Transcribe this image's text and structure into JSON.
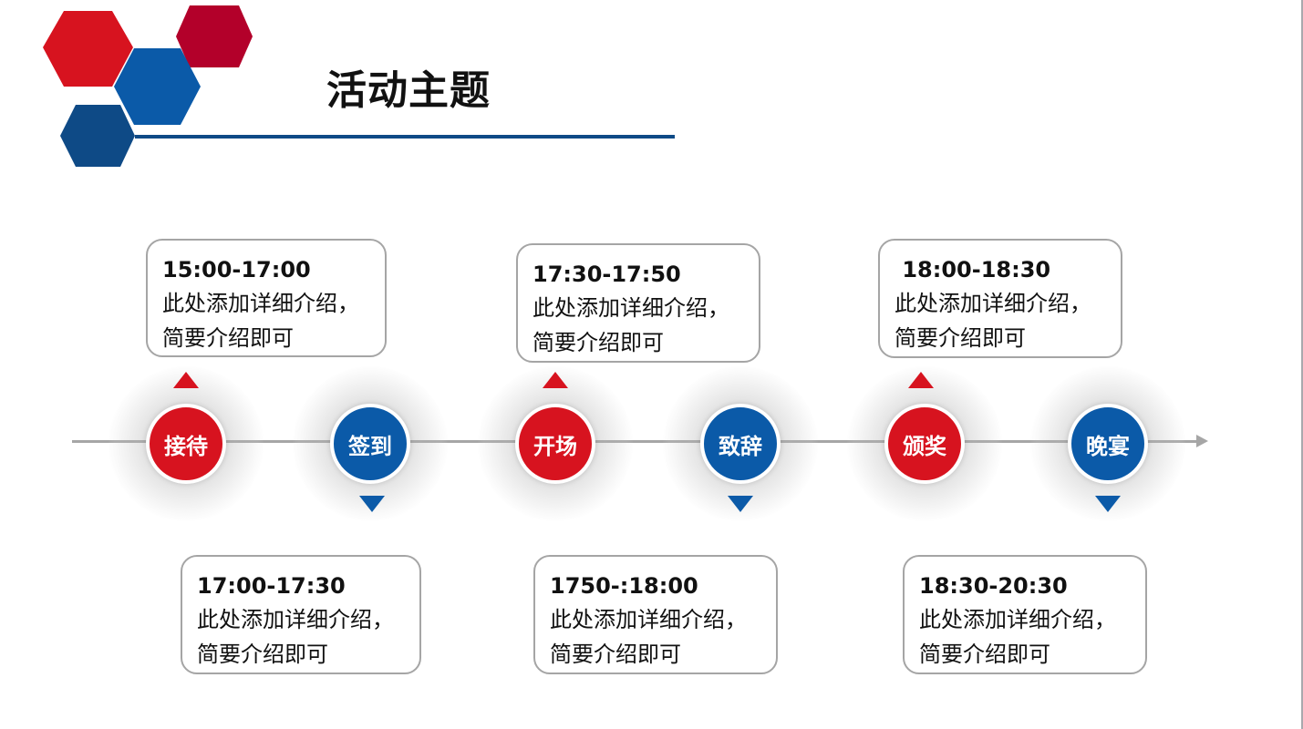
{
  "title": "活动主题",
  "colors": {
    "red": "#d7131f",
    "dark_red": "#b3002a",
    "blue": "#0b5aa8",
    "navy": "#0e4a86",
    "line_gray": "#a6a6a6"
  },
  "timeline": {
    "nodes": [
      {
        "label": "接待",
        "color": "red",
        "time": "15:00-17:00",
        "desc_line1": "此处添加详细介绍，",
        "desc_line2": "简要介绍即可",
        "position": "above"
      },
      {
        "label": "签到",
        "color": "blue",
        "time": "17:00-17:30",
        "desc_line1": "此处添加详细介绍，",
        "desc_line2": "简要介绍即可",
        "position": "below"
      },
      {
        "label": "开场",
        "color": "red",
        "time": "17:30-17:50",
        "desc_line1": "此处添加详细介绍，",
        "desc_line2": "简要介绍即可",
        "position": "above"
      },
      {
        "label": "致辞",
        "color": "blue",
        "time": "1750-:18:00",
        "desc_line1": "此处添加详细介绍，",
        "desc_line2": "简要介绍即可",
        "position": "below"
      },
      {
        "label": "颁奖",
        "color": "red",
        "time": " 18:00-18:30",
        "desc_line1": "此处添加详细介绍，",
        "desc_line2": "简要介绍即可",
        "position": "above"
      },
      {
        "label": "晚宴",
        "color": "blue",
        "time": "18:30-20:30",
        "desc_line1": "此处添加详细介绍，",
        "desc_line2": "简要介绍即可",
        "position": "below"
      }
    ]
  }
}
